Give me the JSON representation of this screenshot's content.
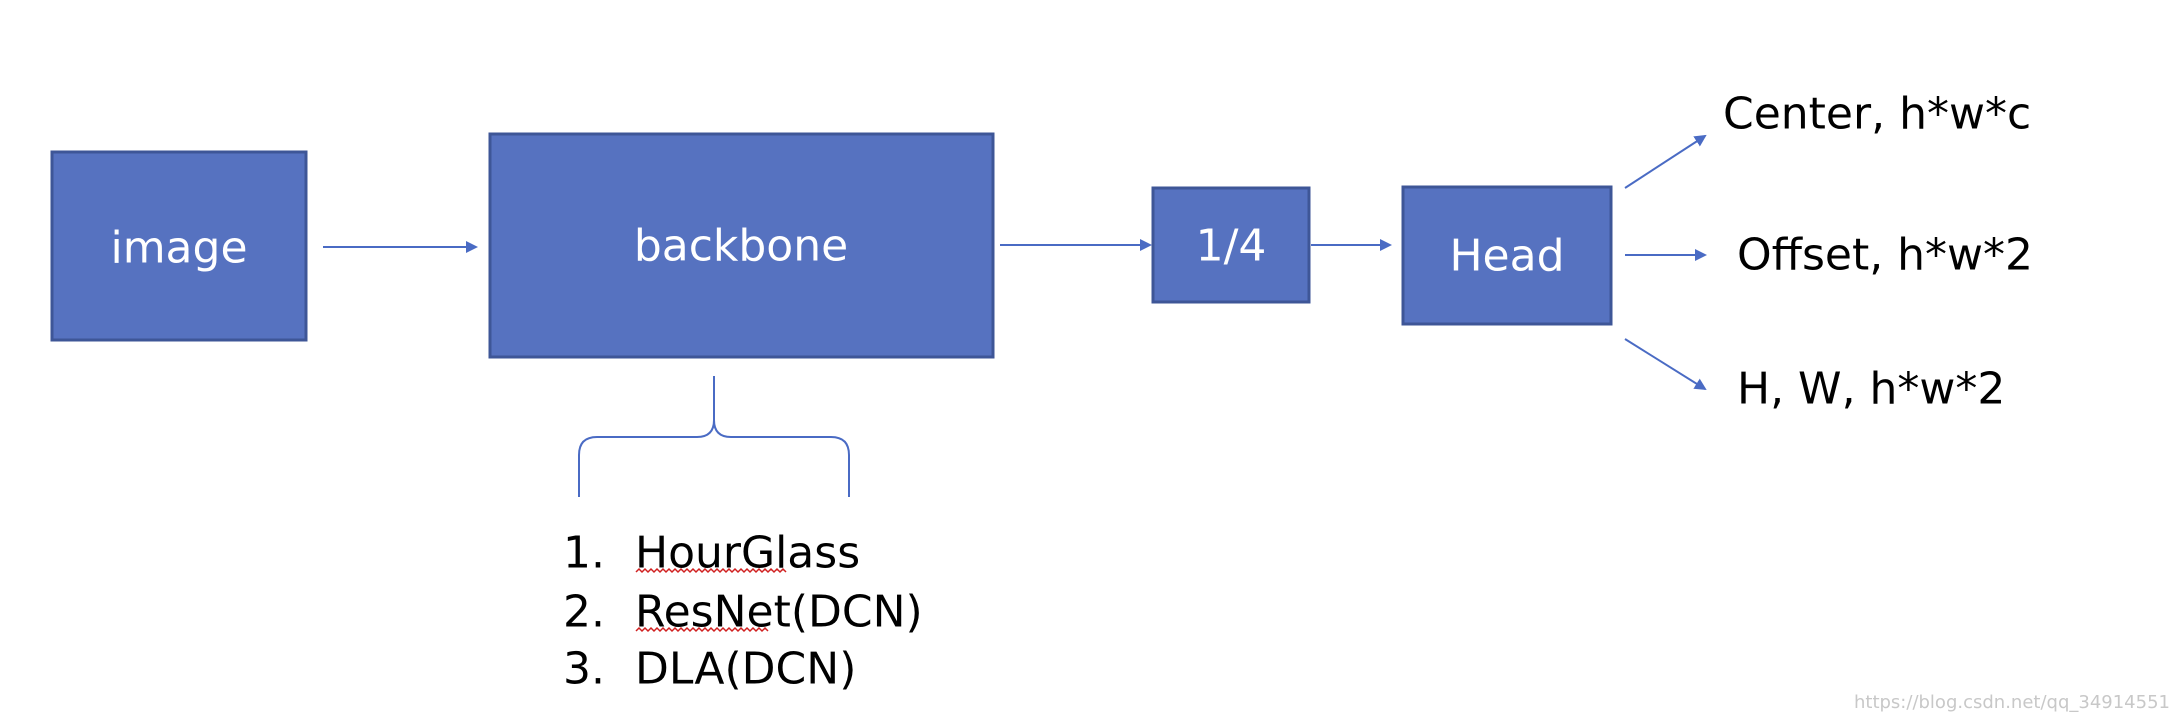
{
  "nodes": {
    "image": "image",
    "backbone": "backbone",
    "quarter": "1/4",
    "head": "Head"
  },
  "outputs": {
    "center": "Center, h*w*c",
    "offset": "Offset, h*w*2",
    "size": "H, W, h*w*2"
  },
  "backbone_options": [
    {
      "num": "1.",
      "name": "HourGlass"
    },
    {
      "num": "2.",
      "name": "ResNet(DCN)"
    },
    {
      "num": "3.",
      "name": "DLA(DCN)"
    }
  ],
  "watermark": "https://blog.csdn.net/qq_34914551",
  "colors": {
    "box_fill": "#5672c0",
    "box_stroke": "#3e5697",
    "arrow": "#4a6bc4"
  }
}
